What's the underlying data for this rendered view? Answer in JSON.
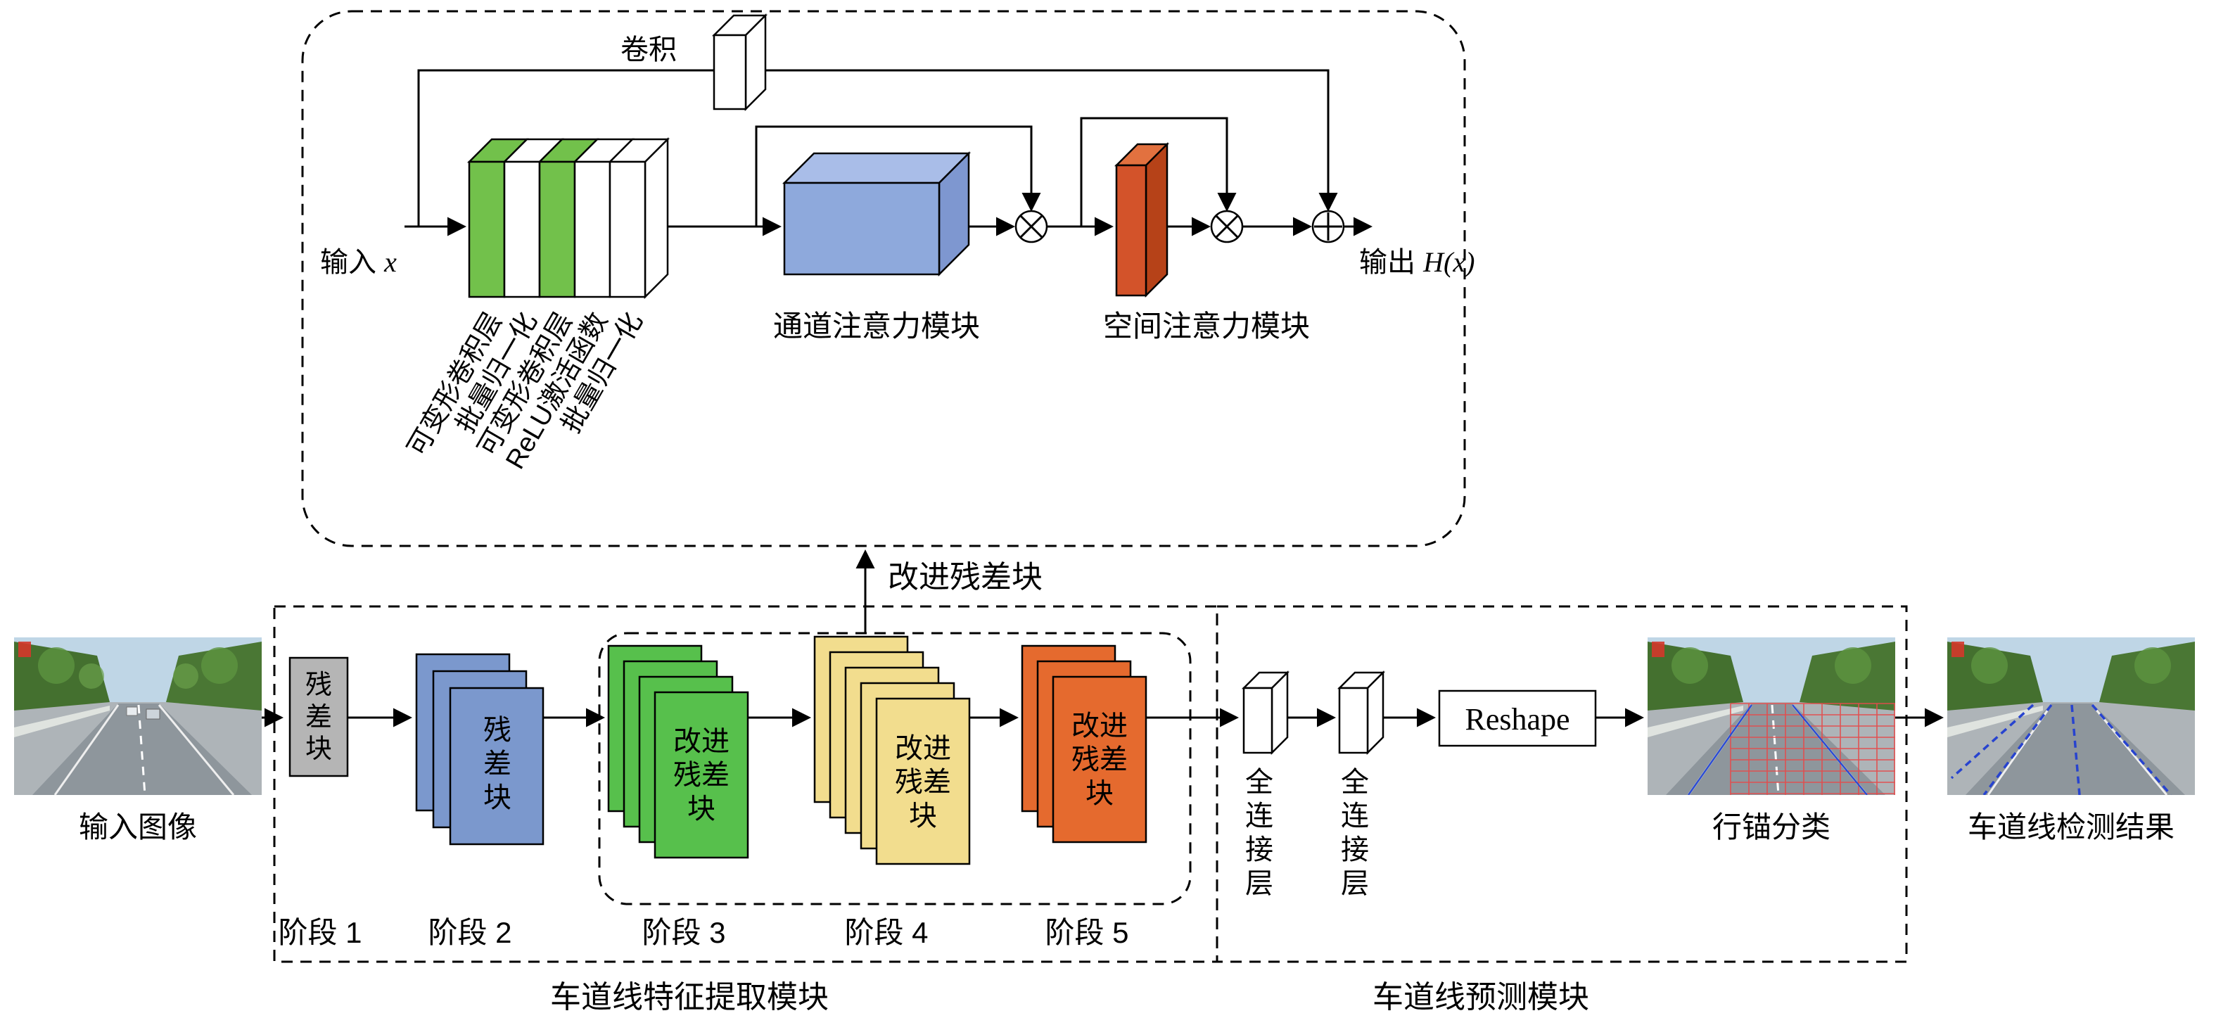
{
  "residual_detail": {
    "conv_label": "卷积",
    "input_label": "输入",
    "input_var": "x",
    "output_label": "输出",
    "output_var": "H(x)",
    "layer_labels": [
      "可变形卷积层",
      "批量归一化",
      "可变形卷积层",
      "ReLU激活函数",
      "批量归一化"
    ],
    "channel_attention_label": "通道注意力模块",
    "spatial_attention_label": "空间注意力模块"
  },
  "pipeline": {
    "input_image_label": "输入图像",
    "residual_block_text": "残差块",
    "improved_block_text": "改进残差块",
    "improved_block_callout": "改进残差块",
    "stage_labels": [
      "阶段 1",
      "阶段 2",
      "阶段 3",
      "阶段 4",
      "阶段 5"
    ],
    "fc_layer_text": "全连接层",
    "reshape_label": "Reshape",
    "row_anchor_label": "行锚分类",
    "result_label": "车道线检测结果",
    "feature_module_label": "车道线特征提取模块",
    "prediction_module_label": "车道线预测模块"
  },
  "colors": {
    "deform_conv_green": "#72c14b",
    "channel_attention_blue": "#8ea9dc",
    "spatial_attention_red": "#d3532a",
    "stage1_gray": "#b5b5b5",
    "stage2_blue": "#7b98cd",
    "stage3_green": "#57c04c",
    "stage4_yellow": "#f2dd8e",
    "stage5_orange": "#e56a2e"
  }
}
